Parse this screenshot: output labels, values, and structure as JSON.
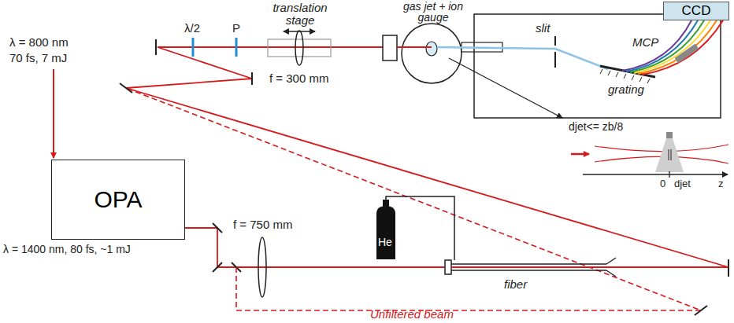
{
  "diagram": {
    "nodes": [
      {
        "text": [
          "OPA"
        ]
      },
      {
        "text": [
          "CCD"
        ]
      }
    ],
    "labels": [
      "λ = 800 nm",
      "70 fs, 7 mJ",
      "λ/2",
      "P",
      "translation stage",
      "f = 300 mm",
      "gas jet + ion gauge",
      "slit",
      "MCP",
      "grating",
      "djet<= zb/8",
      "0",
      "djet",
      "z",
      "λ = 1400 nm, 80 fs, ~1 mJ",
      "f = 750 mm",
      "He",
      "fiber",
      "Unfiltered beam"
    ]
  }
}
